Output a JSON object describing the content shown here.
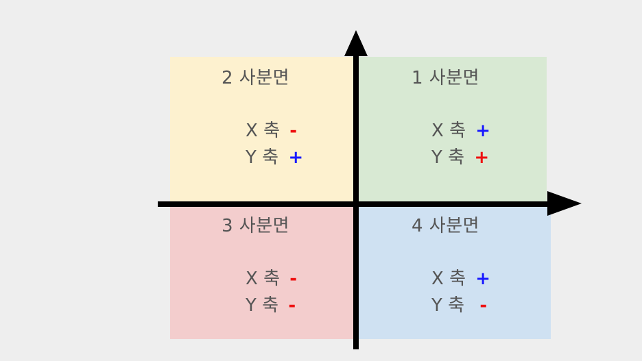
{
  "diagram": {
    "type": "coordinate-plane-quadrants",
    "colors": {
      "background": "#eeeeee",
      "axis": "#000000",
      "text": "#555555",
      "plus_blue": "#1a1aff",
      "plus_red": "#ee1111",
      "minus_red": "#ee1111"
    },
    "quadrants": {
      "q1": {
        "title": "1 사분면",
        "fill": "#d8e9d3",
        "x_label": "X 축",
        "x_sign": "+",
        "x_sign_color": "#1a1aff",
        "y_label": "Y 축",
        "y_sign": "+",
        "y_sign_color": "#ee1111"
      },
      "q2": {
        "title": "2 사분면",
        "fill": "#fdf1cf",
        "x_label": "X 축",
        "x_sign": "-",
        "x_sign_color": "#ee1111",
        "y_label": "Y 축",
        "y_sign": "+",
        "y_sign_color": "#1a1aff"
      },
      "q3": {
        "title": "3 사분면",
        "fill": "#f3cdcd",
        "x_label": "X 축",
        "x_sign": "-",
        "x_sign_color": "#ee1111",
        "y_label": "Y 축",
        "y_sign": "-",
        "y_sign_color": "#ee1111"
      },
      "q4": {
        "title": "4 사분면",
        "fill": "#cfe1f2",
        "x_label": "X 축",
        "x_sign": "+",
        "x_sign_color": "#1a1aff",
        "y_label": "Y 축",
        "y_sign": "-",
        "y_sign_color": "#ee1111"
      }
    }
  }
}
